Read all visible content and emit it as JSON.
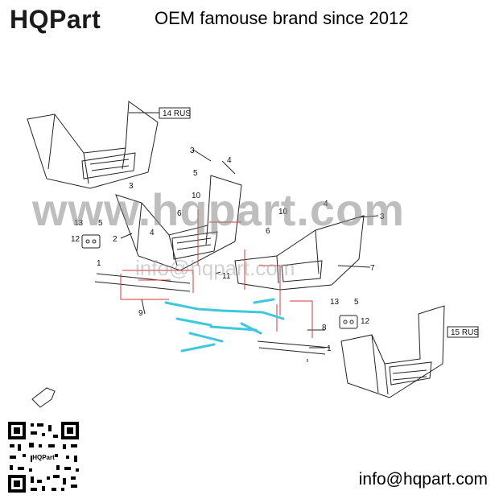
{
  "header": {
    "logo": "HQPart",
    "tagline": "OEM famouse brand since 2012"
  },
  "watermark": {
    "main": "www.hqpart.com",
    "secondary": "info@hqpart.com"
  },
  "footer": {
    "email": "info@hqpart.com",
    "qr_caption": "HQPart"
  },
  "diagram": {
    "reference_labels": [
      "14 RUS",
      "15 RUS"
    ],
    "callouts": [
      "1",
      "2",
      "3",
      "4",
      "5",
      "6",
      "7",
      "8",
      "9",
      "10",
      "11",
      "12",
      "13"
    ]
  },
  "colors": {
    "line": "#222222",
    "highlight_red": "#d23a3a",
    "highlight_cyan": "#3fc7dd"
  }
}
